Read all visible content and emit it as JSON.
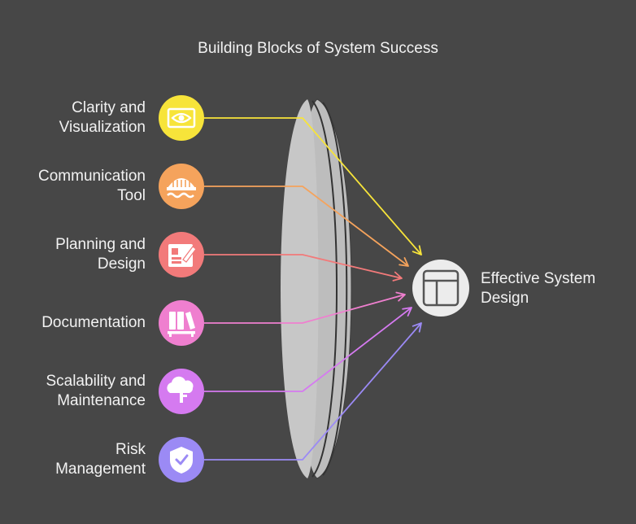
{
  "title": "Building Blocks of System Success",
  "inputs": [
    {
      "label_line1": "Clarity and",
      "label_line2": "Visualization",
      "color": "#f7e43a",
      "icon": "eye-icon"
    },
    {
      "label_line1": "Communication",
      "label_line2": "Tool",
      "color": "#f5a35c",
      "icon": "bridge-icon"
    },
    {
      "label_line1": "Planning and",
      "label_line2": "Design",
      "color": "#f27a7a",
      "icon": "blueprint-icon"
    },
    {
      "label_line1": "Documentation",
      "label_line2": "",
      "color": "#ef7fcf",
      "icon": "books-icon"
    },
    {
      "label_line1": "Scalability and",
      "label_line2": "Maintenance",
      "color": "#d57af0",
      "icon": "cloud-tree-icon"
    },
    {
      "label_line1": "Risk",
      "label_line2": "Management",
      "color": "#9b8af5",
      "icon": "shield-check-icon"
    }
  ],
  "output": {
    "label_line1": "Effective System",
    "label_line2": "Design",
    "icon": "layout-icon",
    "color": "#f0f0f0"
  }
}
